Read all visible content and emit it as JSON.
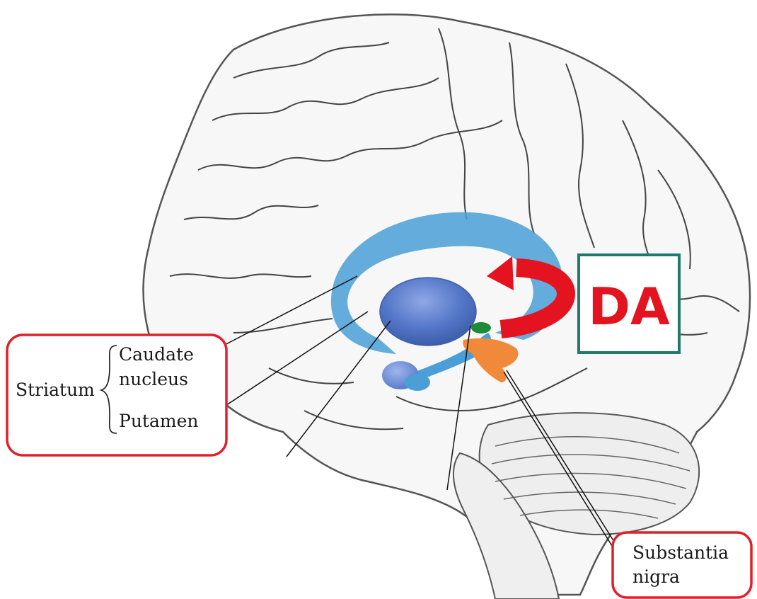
{
  "labels": {
    "striatum": "Striatum",
    "caudate_line1": "Caudate",
    "caudate_line2": "nucleus",
    "putamen": "Putamen",
    "substantia_line1": "Substantia",
    "substantia_line2": "nigra",
    "dopamine": "DA"
  },
  "colors": {
    "callout_border": "#e0202a",
    "da_text": "#e3141f",
    "da_border": "#1f7a6a",
    "arrow": "#e3141f",
    "caudate_blue": "#4a9fd6",
    "putamen_blue": "#5577c8",
    "substantia_orange": "#f08a3a",
    "small_green": "#1f8a3a",
    "brain_outline": "#555555",
    "brain_fill": "#f7f7f7"
  }
}
